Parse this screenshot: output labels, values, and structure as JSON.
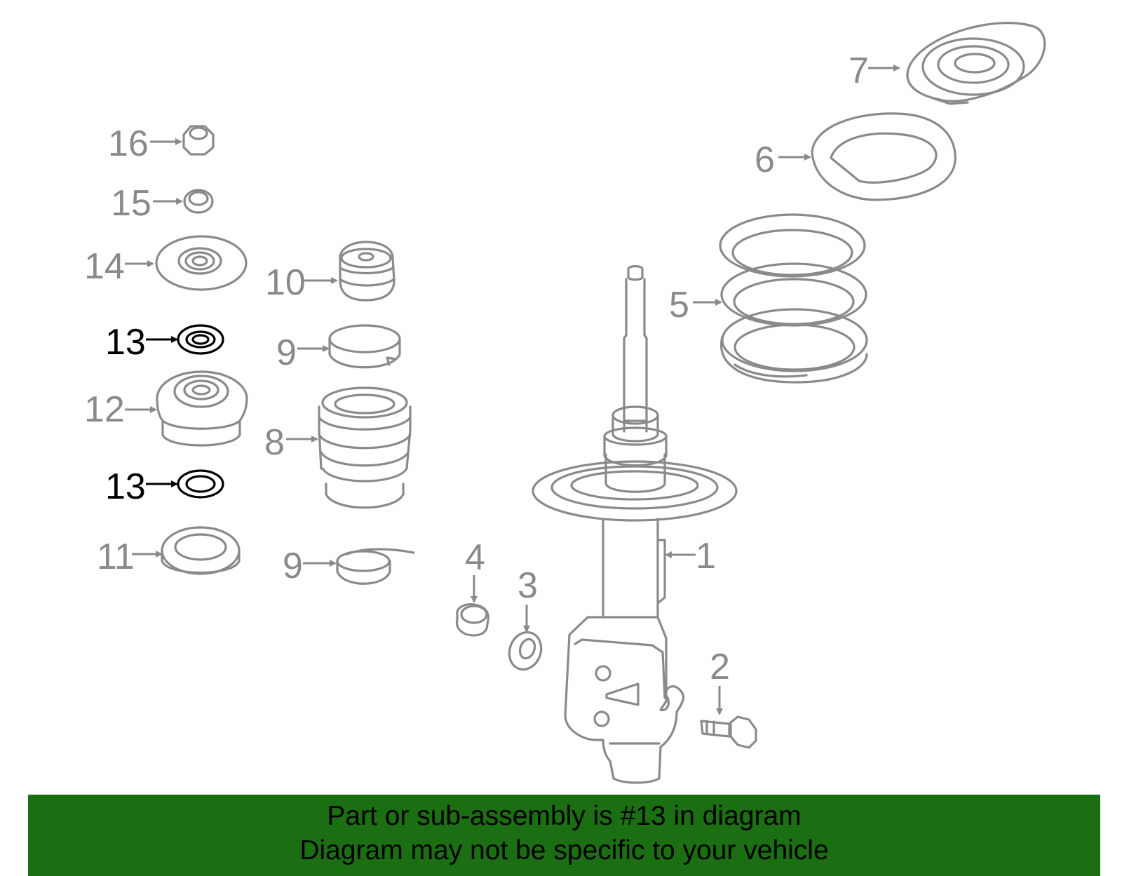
{
  "highlight_color": "#000000",
  "muted_color": "#8a8a8a",
  "banner_color": "#1b6e12",
  "callouts": {
    "c1": "1",
    "c2": "2",
    "c3": "3",
    "c4": "4",
    "c5": "5",
    "c6": "6",
    "c7": "7",
    "c8": "8",
    "c9a": "9",
    "c9b": "9",
    "c10": "10",
    "c11": "11",
    "c12": "12",
    "c13a": "13",
    "c13b": "13",
    "c14": "14",
    "c15": "15",
    "c16": "16"
  },
  "footer": {
    "line1": "Part or sub-assembly is #13 in diagram",
    "line2": "Diagram may not be specific to your vehicle"
  }
}
